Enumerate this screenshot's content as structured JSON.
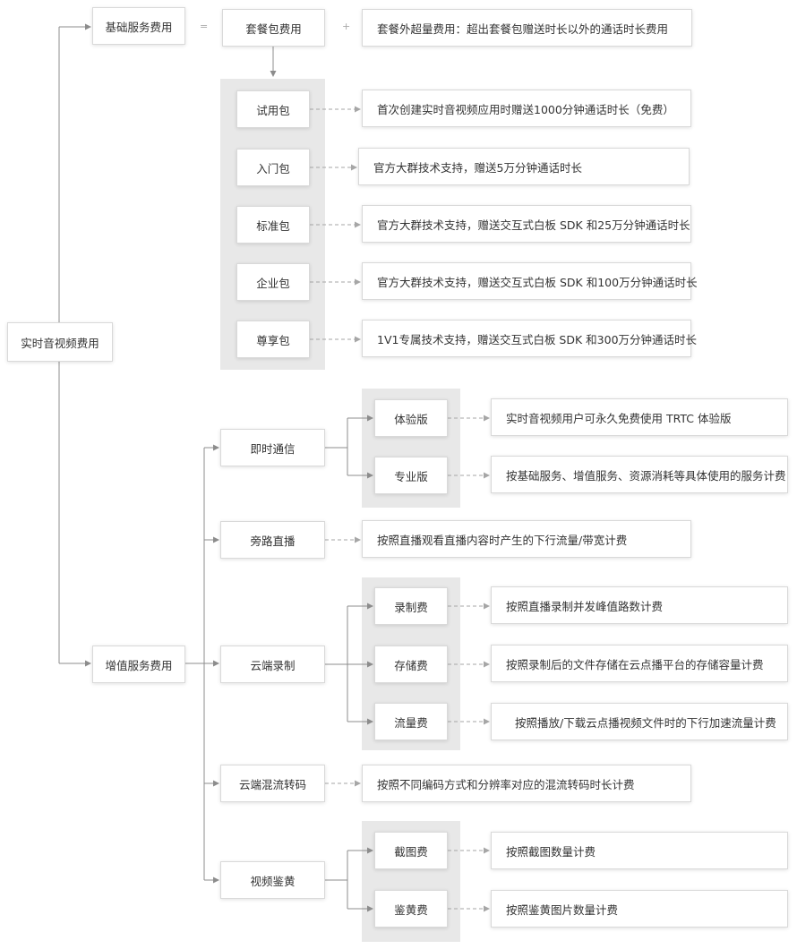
{
  "colors": {
    "line": "#8c8c8c",
    "dash": "#a6a6a6",
    "panel": "#e8e8e8",
    "border": "#d9d9d9"
  },
  "root": {
    "label": "实时音视频费用"
  },
  "base": {
    "label": "基础服务费用",
    "equals": "=",
    "package": "套餐包费用",
    "plus": "+",
    "overage": "套餐外超量费用：超出套餐包赠送时长以外的通话时长费用",
    "packages": [
      {
        "name": "试用包",
        "desc": "首次创建实时音视频应用时赠送1000分钟通话时长（免费）"
      },
      {
        "name": "入门包",
        "desc": "官方大群技术支持，赠送5万分钟通话时长"
      },
      {
        "name": "标准包",
        "desc": "官方大群技术支持，赠送交互式白板 SDK 和25万分钟通话时长"
      },
      {
        "name": "企业包",
        "desc": "官方大群技术支持，赠送交互式白板 SDK 和100万分钟通话时长"
      },
      {
        "name": "尊享包",
        "desc": "1V1专属技术支持，赠送交互式白板 SDK 和300万分钟通话时长"
      }
    ]
  },
  "value_added": {
    "label": "增值服务费用",
    "im": {
      "label": "即时通信",
      "items": [
        {
          "name": "体验版",
          "desc": "实时音视频用户可永久免费使用 TRTC 体验版"
        },
        {
          "name": "专业版",
          "desc": "按基础服务、增值服务、资源消耗等具体使用的服务计费"
        }
      ]
    },
    "relay": {
      "label": "旁路直播",
      "desc": "按照直播观看直播内容时产生的下行流量/带宽计费"
    },
    "record": {
      "label": "云端录制",
      "items": [
        {
          "name": "录制费",
          "desc": "按照直播录制并发峰值路数计费"
        },
        {
          "name": "存储费",
          "desc": "按照录制后的文件存储在云点播平台的存储容量计费"
        },
        {
          "name": "流量费",
          "desc": "按照播放/下载云点播视频文件时的下行加速流量计费"
        }
      ]
    },
    "mix": {
      "label": "云端混流转码",
      "desc": "按照不同编码方式和分辨率对应的混流转码时长计费"
    },
    "porn": {
      "label": "视频鉴黄",
      "items": [
        {
          "name": "截图费",
          "desc": "按照截图数量计费"
        },
        {
          "name": "鉴黄费",
          "desc": "按照鉴黄图片数量计费"
        }
      ]
    }
  }
}
